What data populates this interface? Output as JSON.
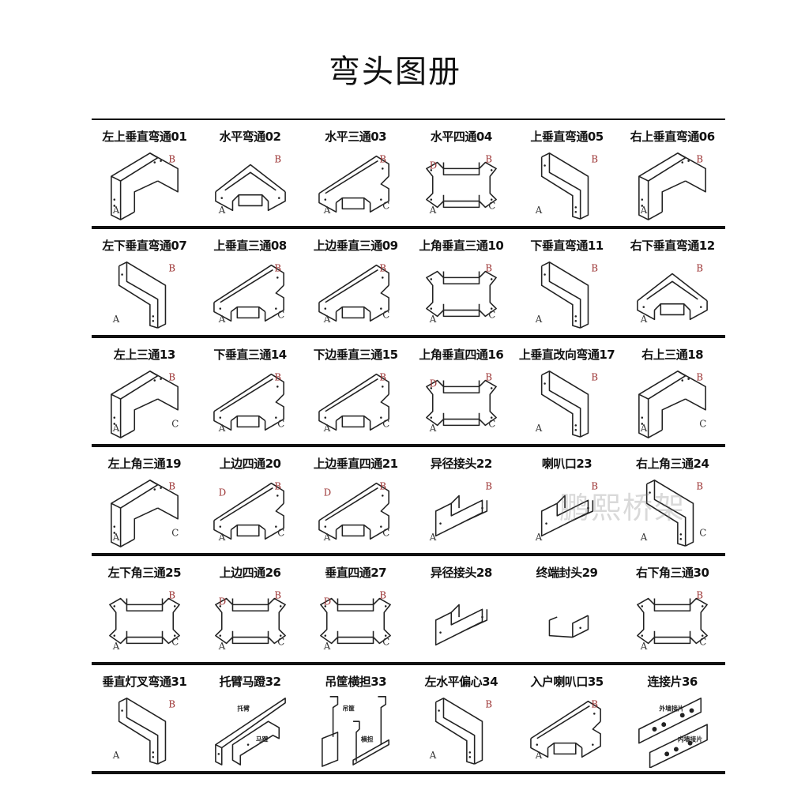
{
  "title": "弯头图册",
  "watermark": "鹏熙桥架",
  "rows": [
    {
      "items": [
        {
          "label": "左上垂直弯通01",
          "ports": [
            "A",
            "B"
          ],
          "shape": "vbend-l"
        },
        {
          "label": "水平弯通02",
          "ports": [
            "A",
            "B"
          ],
          "shape": "hbend"
        },
        {
          "label": "水平三通03",
          "ports": [
            "A",
            "B",
            "C"
          ],
          "shape": "htee"
        },
        {
          "label": "水平四通04",
          "ports": [
            "A",
            "B",
            "C",
            "D"
          ],
          "shape": "hcross"
        },
        {
          "label": "上垂直弯通05",
          "ports": [
            "A",
            "B"
          ],
          "shape": "vbend-r"
        },
        {
          "label": "右上垂直弯通06",
          "ports": [
            "A",
            "B"
          ],
          "shape": "vbend-l"
        }
      ]
    },
    {
      "items": [
        {
          "label": "左下垂直弯通07",
          "ports": [
            "A",
            "B"
          ],
          "shape": "vbend-r"
        },
        {
          "label": "上垂直三通08",
          "ports": [
            "A",
            "B",
            "C"
          ],
          "shape": "htee"
        },
        {
          "label": "上边垂直三通09",
          "ports": [
            "A",
            "B",
            "C"
          ],
          "shape": "htee"
        },
        {
          "label": "上角垂直三通10",
          "ports": [
            "A",
            "B",
            "C"
          ],
          "shape": "hcross"
        },
        {
          "label": "下垂直弯通11",
          "ports": [
            "A",
            "B"
          ],
          "shape": "vbend-r"
        },
        {
          "label": "右下垂直弯通12",
          "ports": [
            "A",
            "B"
          ],
          "shape": "hbend"
        }
      ]
    },
    {
      "items": [
        {
          "label": "左上三通13",
          "ports": [
            "A",
            "B",
            "C"
          ],
          "shape": "vbend-l"
        },
        {
          "label": "下垂直三通14",
          "ports": [
            "A",
            "B",
            "C"
          ],
          "shape": "htee"
        },
        {
          "label": "下边垂直三通15",
          "ports": [
            "A",
            "B",
            "C"
          ],
          "shape": "htee"
        },
        {
          "label": "上角垂直四通16",
          "ports": [
            "A",
            "B",
            "C",
            "D"
          ],
          "shape": "hcross"
        },
        {
          "label": "上垂直改向弯通17",
          "ports": [
            "A",
            "B"
          ],
          "shape": "vbend-r"
        },
        {
          "label": "右上三通18",
          "ports": [
            "A",
            "B",
            "C"
          ],
          "shape": "vbend-l"
        }
      ]
    },
    {
      "items": [
        {
          "label": "左上角三通19",
          "ports": [
            "A",
            "B",
            "C"
          ],
          "shape": "vbend-l"
        },
        {
          "label": "上边四通20",
          "ports": [
            "A",
            "B",
            "C",
            "D"
          ],
          "shape": "htee"
        },
        {
          "label": "上边垂直四通21",
          "ports": [
            "A",
            "B",
            "C",
            "D"
          ],
          "shape": "htee"
        },
        {
          "label": "异径接头22",
          "ports": [
            "A",
            "B"
          ],
          "shape": "reducer"
        },
        {
          "label": "喇叭口23",
          "ports": [
            "A",
            "B"
          ],
          "shape": "reducer"
        },
        {
          "label": "右上角三通24",
          "ports": [
            "A",
            "B",
            "C"
          ],
          "shape": "vbend-r"
        }
      ]
    },
    {
      "items": [
        {
          "label": "左下角三通25",
          "ports": [
            "A",
            "B",
            "C"
          ],
          "shape": "hcross"
        },
        {
          "label": "上边四通26",
          "ports": [
            "A",
            "B",
            "C",
            "D"
          ],
          "shape": "hcross"
        },
        {
          "label": "垂直四通27",
          "ports": [
            "A",
            "B",
            "C",
            "D"
          ],
          "shape": "hcross"
        },
        {
          "label": "异径接头28",
          "ports": [],
          "shape": "reducer"
        },
        {
          "label": "终端封头29",
          "ports": [],
          "shape": "endcap"
        },
        {
          "label": "右下角三通30",
          "ports": [
            "A",
            "B",
            "C"
          ],
          "shape": "hcross"
        }
      ]
    },
    {
      "items": [
        {
          "label": "垂直灯叉弯通31",
          "ports": [
            "A",
            "B"
          ],
          "shape": "vbend-r"
        },
        {
          "label": "托臂马蹬32",
          "ports": [],
          "shape": "arm",
          "parts": [
            "托臂",
            "马蹬"
          ]
        },
        {
          "label": "吊筐横担33",
          "ports": [],
          "shape": "hanger",
          "parts": [
            "吊筐",
            "横担"
          ]
        },
        {
          "label": "左水平偏心34",
          "ports": [
            "A",
            "B"
          ],
          "shape": "vbend-r"
        },
        {
          "label": "入户喇叭口35",
          "ports": [
            "A",
            "B"
          ],
          "shape": "htee"
        },
        {
          "label": "连接片36",
          "ports": [],
          "shape": "plates",
          "parts": [
            "外墙接片",
            "内墙接片"
          ]
        }
      ]
    }
  ]
}
